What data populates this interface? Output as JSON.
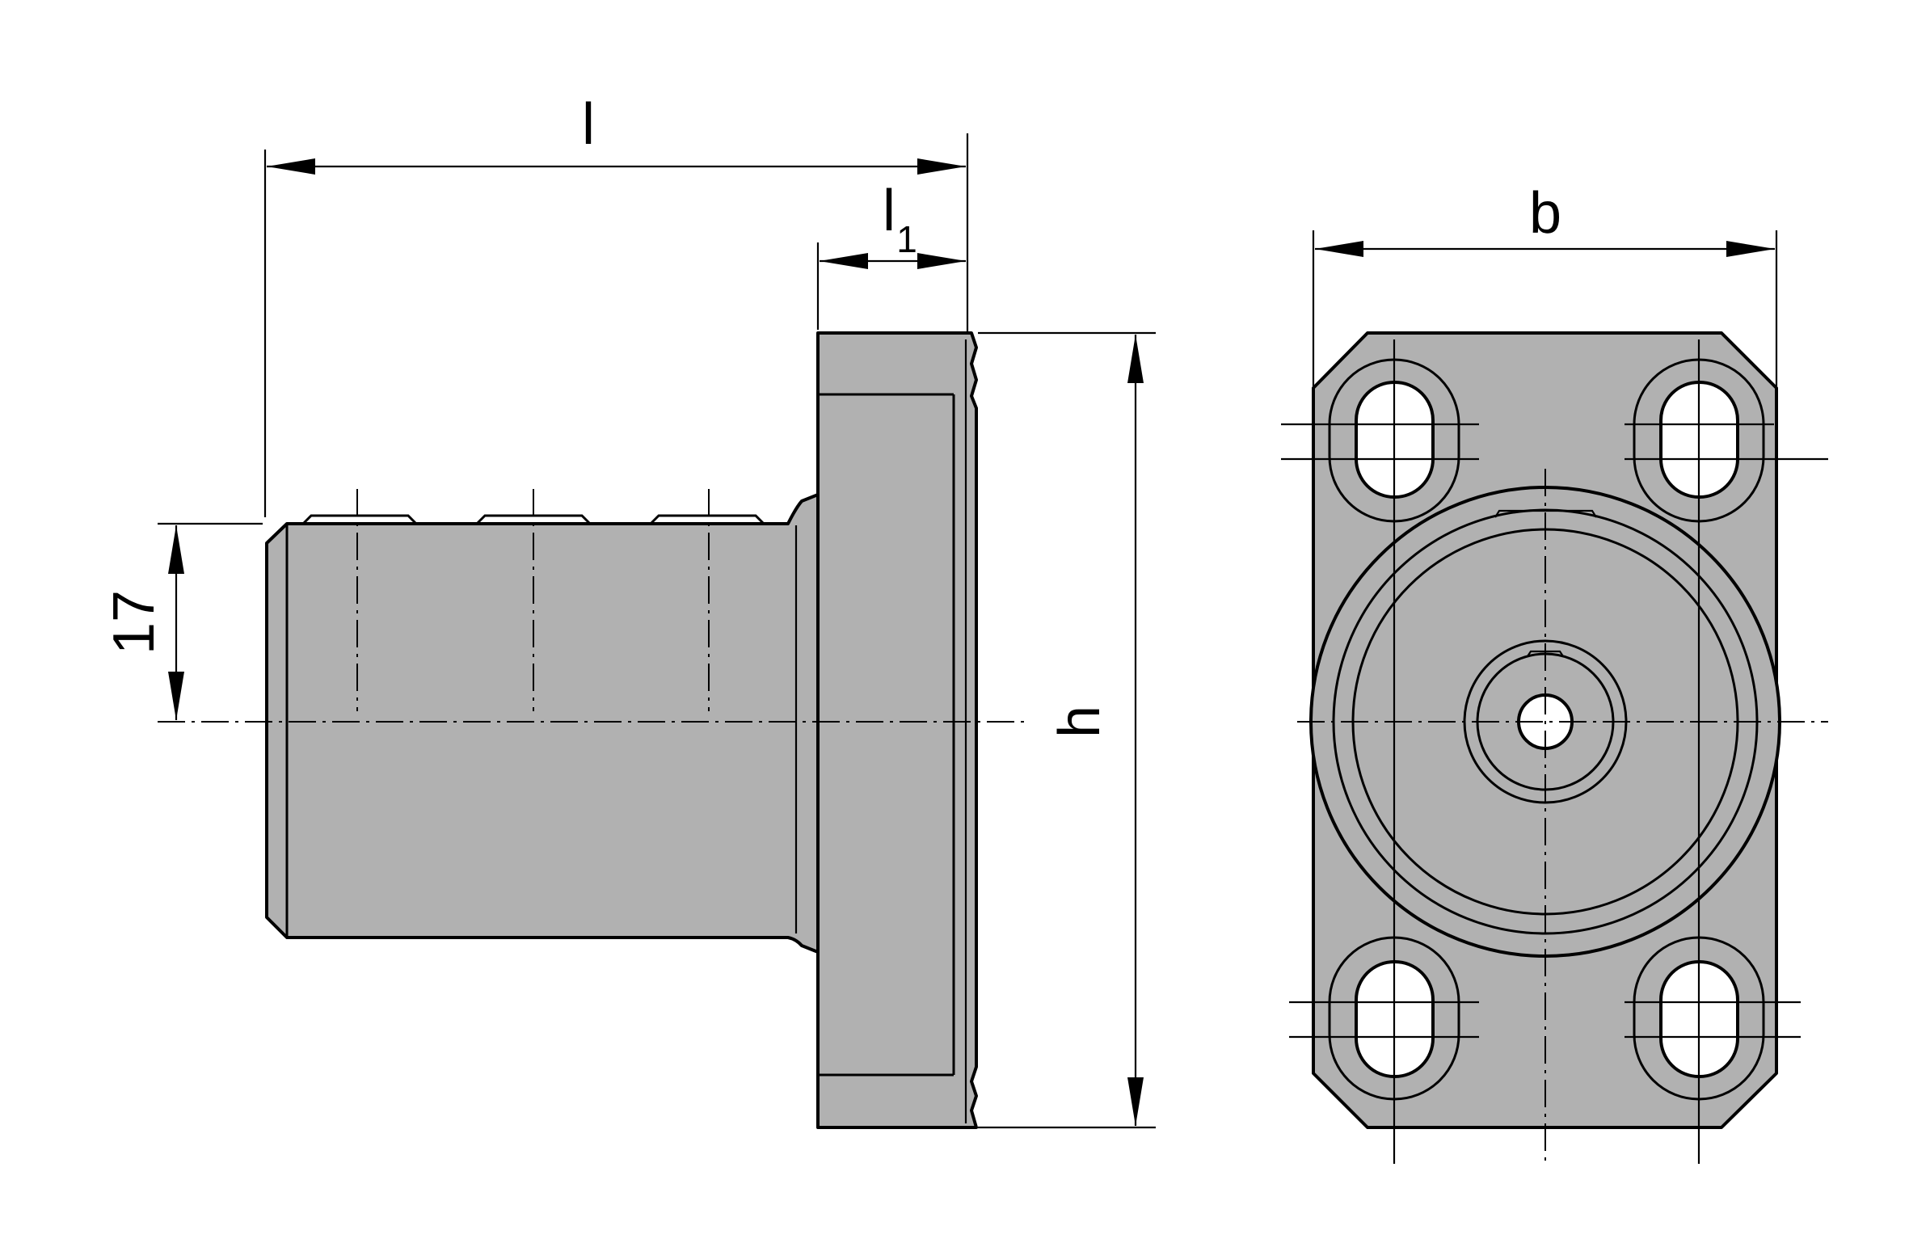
{
  "side_view": {
    "dimensions": {
      "length_label": "l",
      "flange_length_label": "l",
      "flange_length_subscript": "1",
      "offset_value": "17",
      "height_label": "h"
    }
  },
  "front_view": {
    "dimensions": {
      "width_label": "b"
    }
  },
  "colors": {
    "part_fill": "#b1b1b1",
    "line": "#000000",
    "background": "#ffffff"
  }
}
